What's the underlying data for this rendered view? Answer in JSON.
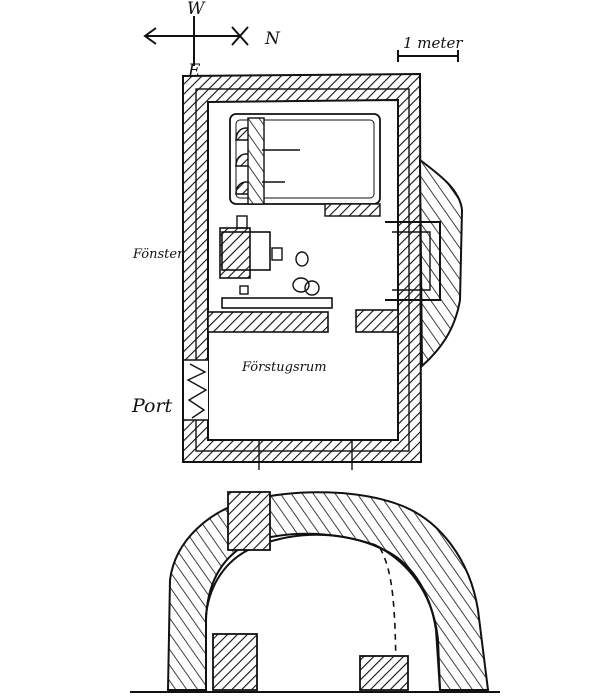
{
  "compass": {
    "west": "W",
    "north": "N",
    "east": "E"
  },
  "scale": {
    "label": "1 meter"
  },
  "plan": {
    "window_label": "Fönster",
    "anteroom_label": "Förstugsrum",
    "door_label": "Port"
  },
  "colors": {
    "ink": "#111111",
    "paper": "#ffffff"
  }
}
